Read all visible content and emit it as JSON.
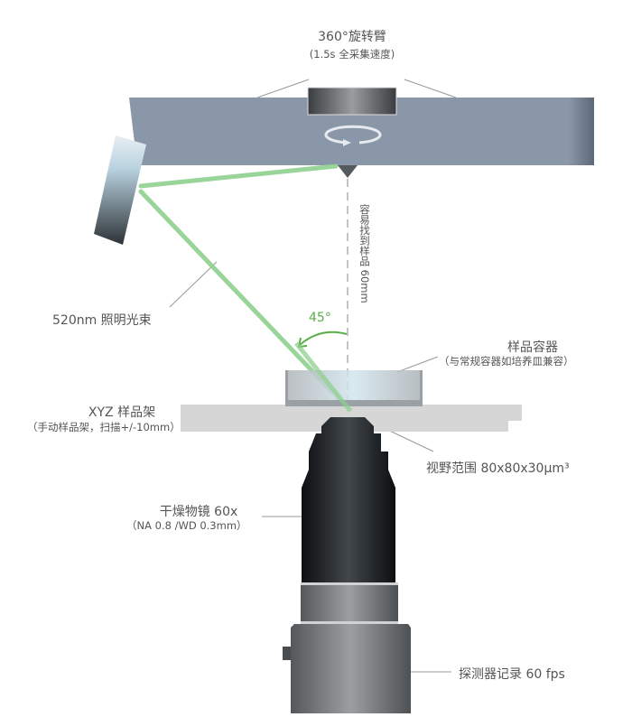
{
  "arm": {
    "title": "360°旋转臂",
    "subtitle": "(1.5s 全采集速度)"
  },
  "distance_label": "容易找到样品 60mm",
  "beam_label": "520nm 照明光束",
  "angle_label": "45°",
  "container": {
    "title": "样品容器",
    "subtitle": "（与常规容器如培养皿兼容）"
  },
  "stage": {
    "title": "XYZ 样品架",
    "subtitle": "（手动样品架，扫描+/-10mm）"
  },
  "fov_label": "视野范围 80x80x30μm³",
  "objective": {
    "title": "干燥物镜 60x",
    "subtitle": "（NA 0.8 /WD 0.3mm）"
  },
  "detector_label": "探测器记录 60 fps",
  "colors": {
    "arm": "#8a97a8",
    "beam": "#8fd08f",
    "angle": "#5aae4a",
    "objective": "#141618",
    "text": "#555555"
  }
}
